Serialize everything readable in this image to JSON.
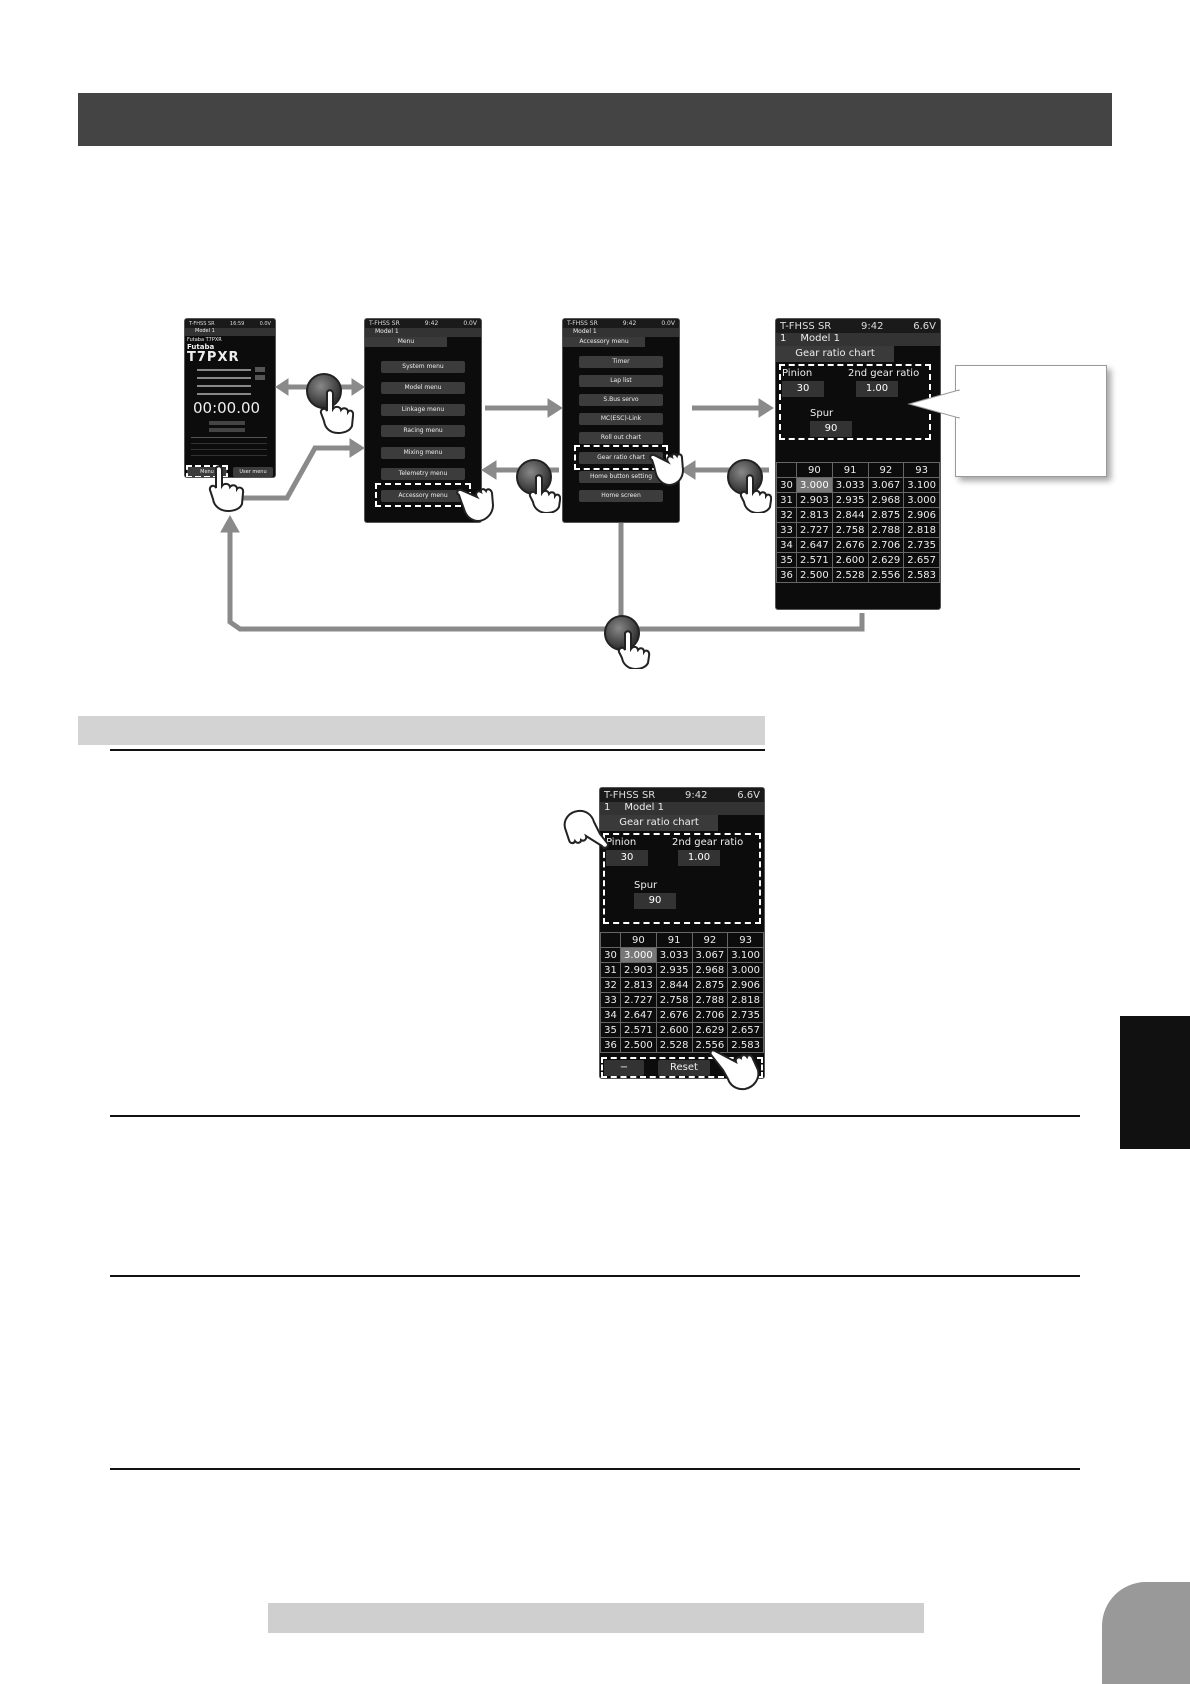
{
  "home_screen": {
    "status_left": "T-FHSS SR",
    "status_time": "16:59",
    "status_volt": "0.0V",
    "model": "Model 1",
    "brand_small": "Futaba T7PXR",
    "brand": "Futaba",
    "product": "T7PXR",
    "timer": "00:00.00",
    "menu_btn": "Menu",
    "user_menu_btn": "User menu"
  },
  "main_menu": {
    "status_left": "T-FHSS SR",
    "status_time": "9:42",
    "status_volt": "0.0V",
    "model": "Model 1",
    "title": "Menu",
    "items": [
      "System menu",
      "Model menu",
      "Linkage menu",
      "Racing menu",
      "Mixing menu",
      "Telemetry menu",
      "Accessory menu"
    ]
  },
  "accessory_menu": {
    "status_left": "T-FHSS SR",
    "status_time": "9:42",
    "status_volt": "0.0V",
    "model": "Model 1",
    "title": "Accessory menu",
    "items": [
      "Timer",
      "Lap list",
      "S.Bus servo",
      "MC(ESC)-Link",
      "Roll out chart",
      "Gear ratio chart",
      "Home button setting",
      "Home screen"
    ]
  },
  "gear_screen": {
    "status_left": "T-FHSS SR",
    "status_time": "9:42",
    "status_volt": "6.6V",
    "model_num": "1",
    "model": "Model 1",
    "title": "Gear ratio chart",
    "pinion_label": "Pinion",
    "pinion_value": "30",
    "second_label": "2nd gear ratio",
    "second_value": "1.00",
    "spur_label": "Spur",
    "spur_value": "90",
    "minus_btn": "−",
    "reset_btn": "Reset"
  },
  "gear_table": {
    "columns": [
      "90",
      "91",
      "92",
      "93"
    ],
    "rows": [
      {
        "pinion": "30",
        "vals": [
          "3.000",
          "3.033",
          "3.067",
          "3.100"
        ]
      },
      {
        "pinion": "31",
        "vals": [
          "2.903",
          "2.935",
          "2.968",
          "3.000"
        ]
      },
      {
        "pinion": "32",
        "vals": [
          "2.813",
          "2.844",
          "2.875",
          "2.906"
        ]
      },
      {
        "pinion": "33",
        "vals": [
          "2.727",
          "2.758",
          "2.788",
          "2.818"
        ]
      },
      {
        "pinion": "34",
        "vals": [
          "2.647",
          "2.676",
          "2.706",
          "2.735"
        ]
      },
      {
        "pinion": "35",
        "vals": [
          "2.571",
          "2.600",
          "2.629",
          "2.657"
        ]
      },
      {
        "pinion": "36",
        "vals": [
          "2.500",
          "2.528",
          "2.556",
          "2.583"
        ]
      }
    ]
  }
}
